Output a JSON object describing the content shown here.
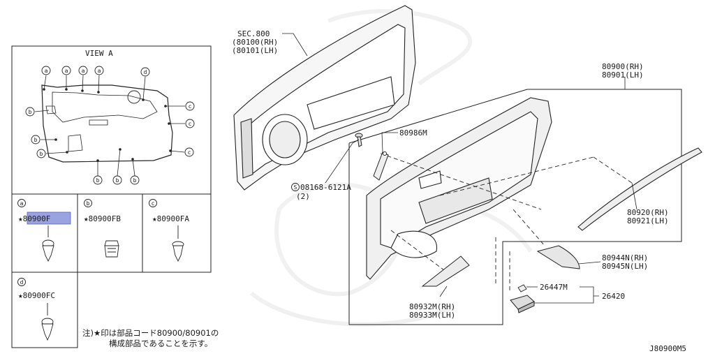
{
  "view_title": "VIEW A",
  "view_callouts": [
    "a",
    "a",
    "a",
    "a",
    "d",
    "b",
    "b",
    "b",
    "c",
    "c",
    "c",
    "b",
    "b",
    "b"
  ],
  "parts": {
    "sec": {
      "line1": "SEC.800",
      "line2": "(80100(RH)",
      "line3": "(80101(LH)"
    },
    "trim": {
      "rh": "80900(RH)",
      "lh": "80901(LH)"
    },
    "bracket": "80986M",
    "screw": {
      "code": "08168-6121A",
      "qty": "(2)",
      "symbol": "S"
    },
    "strip": {
      "rh": "80920(RH)",
      "lh": "80921(LH)"
    },
    "pad_upper": {
      "rh": "80944N(RH)",
      "lh": "80945N(LH)"
    },
    "pad_lower": {
      "rh": "80932M(RH)",
      "lh": "80933M(LH)"
    },
    "lamp_bulb": "26447M",
    "lamp_assy": "26420"
  },
  "clips": {
    "a": {
      "letter": "a",
      "code": "★80900F",
      "highlight": "#9aa3e0"
    },
    "b": {
      "letter": "b",
      "code": "★80900FB"
    },
    "c": {
      "letter": "c",
      "code": "★80900FA"
    },
    "d": {
      "letter": "d",
      "code": "★80900FC"
    }
  },
  "note": {
    "line1": "注)★印は部品コード80900/80901の",
    "line2": "構成部品であることを示す。"
  },
  "diagram_id": "J80900M5"
}
